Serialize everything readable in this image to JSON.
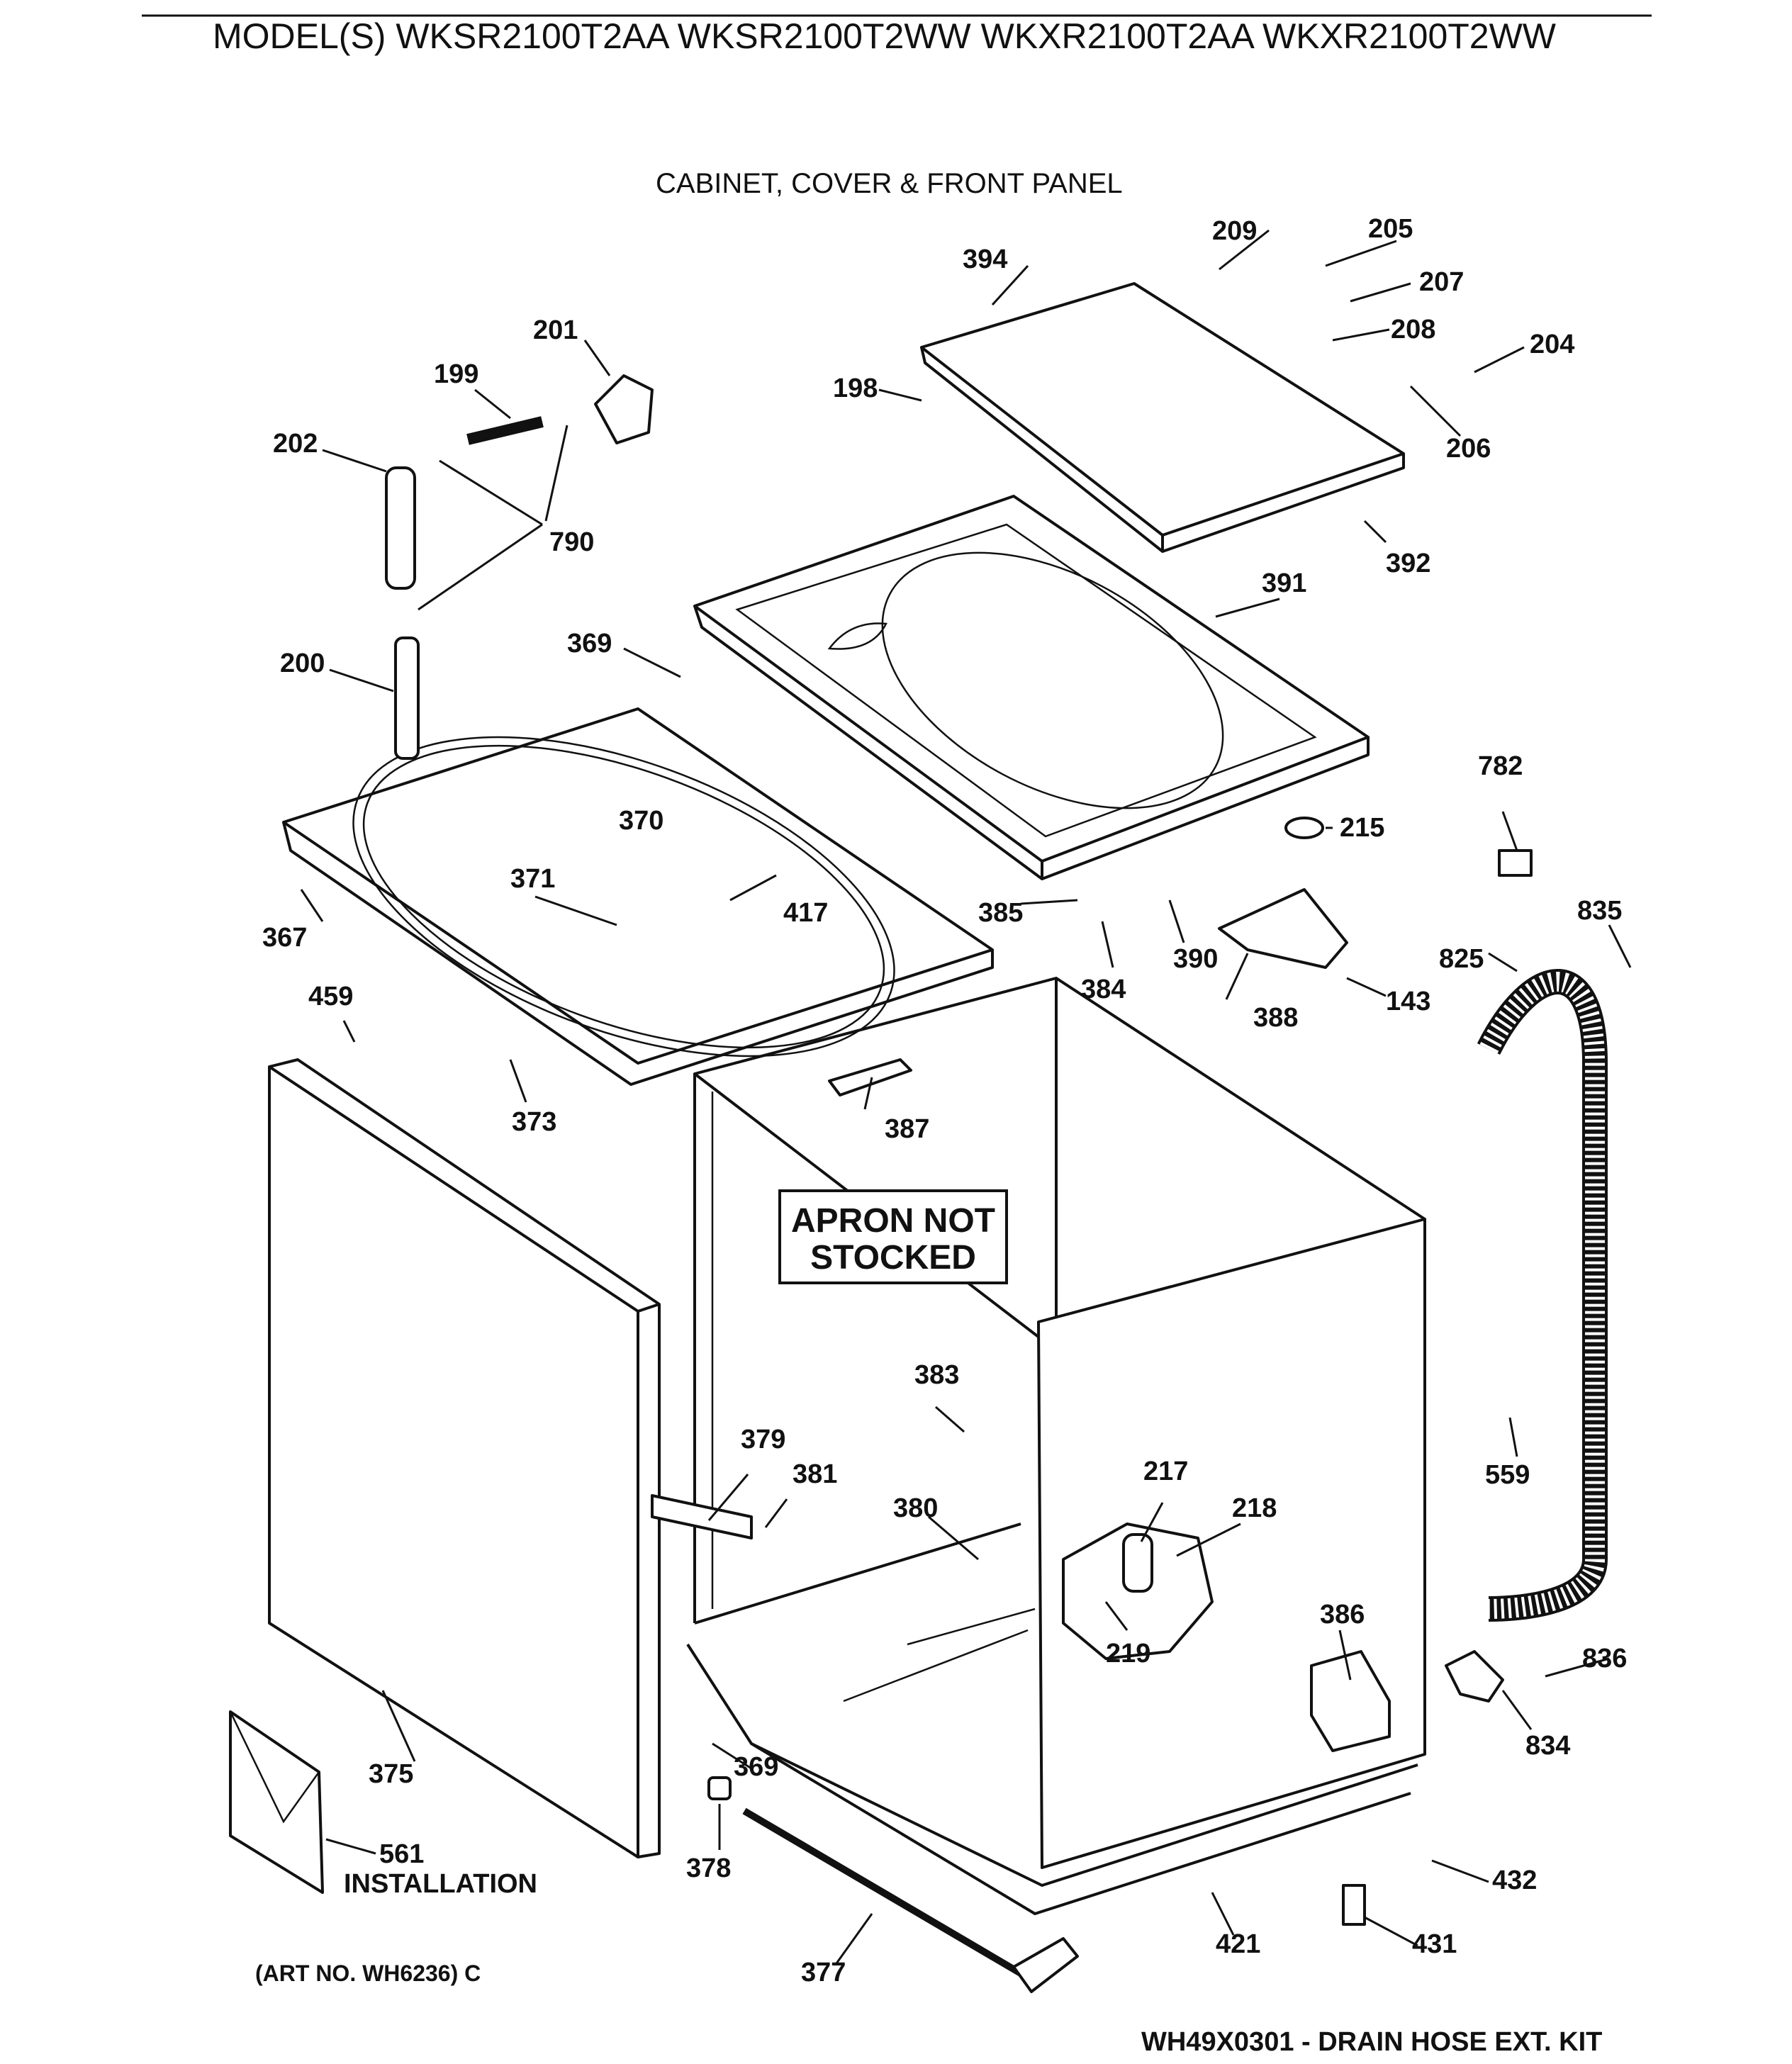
{
  "header": {
    "models": "MODEL(S) WKSR2100T2AA  WKSR2100T2WW  WKXR2100T2AA  WKXR2100T2WW",
    "section_title": "CABINET, COVER & FRONT PANEL"
  },
  "notice_box": {
    "line1": "APRON NOT",
    "line2": "STOCKED"
  },
  "installation_label": "INSTALLATION",
  "art_number": "(ART NO. WH6236) C",
  "drain_kit": "WH49X0301 - DRAIN HOSE EXT. KIT",
  "callouts": {
    "c143": "143",
    "c198": "198",
    "c199": "199",
    "c200": "200",
    "c201": "201",
    "c202": "202",
    "c204": "204",
    "c205": "205",
    "c206": "206",
    "c207": "207",
    "c208": "208",
    "c209": "209",
    "c215": "215",
    "c217": "217",
    "c218": "218",
    "c219": "219",
    "c367": "367",
    "c369a": "369",
    "c369b": "369",
    "c370": "370",
    "c371": "371",
    "c373": "373",
    "c375": "375",
    "c377": "377",
    "c378": "378",
    "c379": "379",
    "c380": "380",
    "c381": "381",
    "c383": "383",
    "c384": "384",
    "c385": "385",
    "c386": "386",
    "c387": "387",
    "c388": "388",
    "c390": "390",
    "c391": "391",
    "c392": "392",
    "c394": "394",
    "c417": "417",
    "c421": "421",
    "c431": "431",
    "c432": "432",
    "c459": "459",
    "c559": "559",
    "c561": "561",
    "c782": "782",
    "c790": "790",
    "c825": "825",
    "c834": "834",
    "c835": "835",
    "c836": "836"
  }
}
